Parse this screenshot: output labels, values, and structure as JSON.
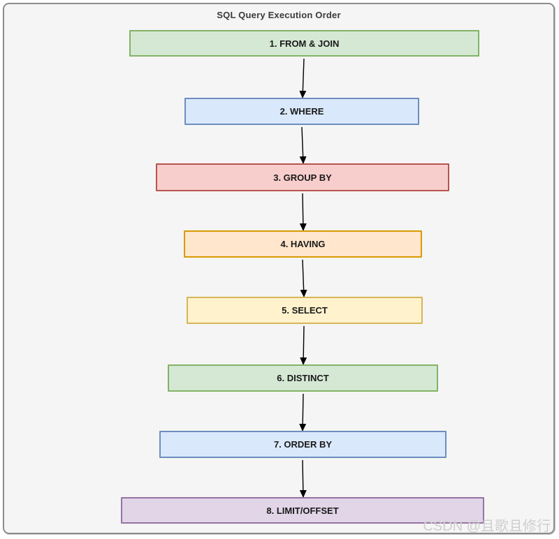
{
  "diagram": {
    "title": "SQL Query Execution Order",
    "watermark": "CSDN @且歌且修行",
    "colors": {
      "canvas_background": "#f5f5f5",
      "canvas_border": "#8c8c8c",
      "arrow": "#000000",
      "title_text": "#3a3a3a",
      "node_text": "#191919",
      "watermark_text": "#cbcbcb"
    },
    "nodes": [
      {
        "label": "1. FROM & JOIN",
        "fill": "#d5e8d4",
        "stroke": "#82b366"
      },
      {
        "label": "2. WHERE",
        "fill": "#dae8fc",
        "stroke": "#6c8ebf"
      },
      {
        "label": "3. GROUP BY",
        "fill": "#f8cecc",
        "stroke": "#b85450"
      },
      {
        "label": "4. HAVING",
        "fill": "#ffe6cc",
        "stroke": "#d79b00"
      },
      {
        "label": "5. SELECT",
        "fill": "#fff2cc",
        "stroke": "#d6b656"
      },
      {
        "label": "6. DISTINCT",
        "fill": "#d5e8d4",
        "stroke": "#82b366"
      },
      {
        "label": "7. ORDER BY",
        "fill": "#dae8fc",
        "stroke": "#6c8ebf"
      },
      {
        "label": "8. LIMIT/OFFSET",
        "fill": "#e1d5e7",
        "stroke": "#9673a6"
      }
    ]
  }
}
